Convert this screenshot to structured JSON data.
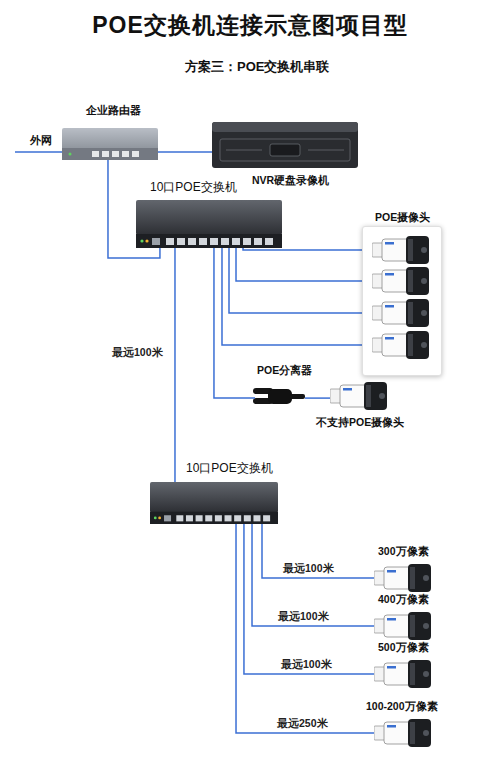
{
  "diagram": {
    "title": "POE交换机连接示意图项目型",
    "nodes": [
      {
        "text": [
          "企业路由器"
        ]
      },
      {
        "text": [
          "NVR硬盘录像机"
        ]
      },
      {
        "text": [
          "10口POE交换机"
        ]
      },
      {
        "text": [
          "POE摄像头"
        ]
      },
      {
        "text": [
          "POE分离器"
        ]
      },
      {
        "text": [
          "不支持POE摄像头"
        ]
      },
      {
        "text": [
          "10口POE交换机"
        ]
      },
      {
        "text": [
          "300万像素"
        ]
      },
      {
        "text": [
          "400万像素"
        ]
      },
      {
        "text": [
          "500万像素"
        ]
      },
      {
        "text": [
          "100-200万像素"
        ]
      }
    ],
    "edges": [
      {
        "from": 0,
        "to": 1,
        "arrow": "none"
      },
      {
        "from": 0,
        "to": 2,
        "arrow": "none"
      },
      {
        "from": 2,
        "to": 3,
        "arrow": "none"
      },
      {
        "from": 2,
        "to": 3,
        "arrow": "none"
      },
      {
        "from": 2,
        "to": 3,
        "arrow": "none"
      },
      {
        "from": 2,
        "to": 3,
        "arrow": "none"
      },
      {
        "from": 2,
        "to": 4,
        "arrow": "none"
      },
      {
        "from": 4,
        "to": 5,
        "arrow": "none"
      },
      {
        "from": 2,
        "to": 6,
        "label": "最远100米",
        "arrow": "none"
      },
      {
        "from": 6,
        "to": 7,
        "label": "最远100米",
        "arrow": "none"
      },
      {
        "from": 6,
        "to": 8,
        "label": "最远100米",
        "arrow": "none"
      },
      {
        "from": 6,
        "to": 9,
        "label": "最远100米",
        "arrow": "none"
      },
      {
        "from": 6,
        "to": 10,
        "label": "最远250米",
        "arrow": "none"
      }
    ],
    "labels": [
      "方案三：POE交换机串联",
      "外网"
    ]
  }
}
